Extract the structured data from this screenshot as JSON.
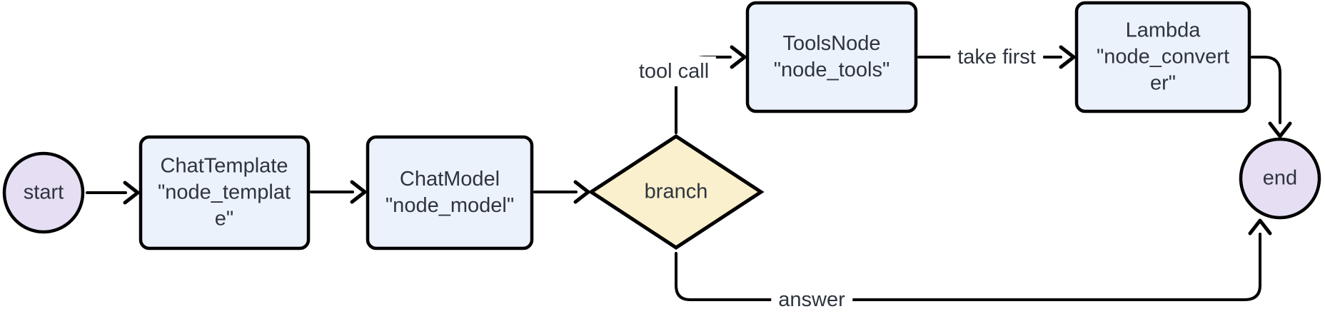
{
  "diagram": {
    "type": "flowchart",
    "nodes": {
      "start": {
        "label": "start",
        "shape": "circle"
      },
      "template": {
        "label": "ChatTemplate\n\"node_templat\ne\"",
        "shape": "rect"
      },
      "model": {
        "label": "ChatModel\n\"node_model\"",
        "shape": "rect"
      },
      "branch": {
        "label": "branch",
        "shape": "diamond"
      },
      "tools": {
        "label": "ToolsNode\n\"node_tools\"",
        "shape": "rect"
      },
      "converter": {
        "label": "Lambda\n\"node_convert\ner\"",
        "shape": "rect"
      },
      "end": {
        "label": "end",
        "shape": "circle"
      }
    },
    "edge_labels": {
      "tool_call": "tool call",
      "take_first": "take first",
      "answer": "answer"
    },
    "colors": {
      "terminal_fill": "#e6dff4",
      "process_fill": "#ecf2fb",
      "decision_fill": "#faf0cd",
      "stroke": "#000000",
      "text": "#2e343e",
      "background": "#ffffff"
    }
  }
}
